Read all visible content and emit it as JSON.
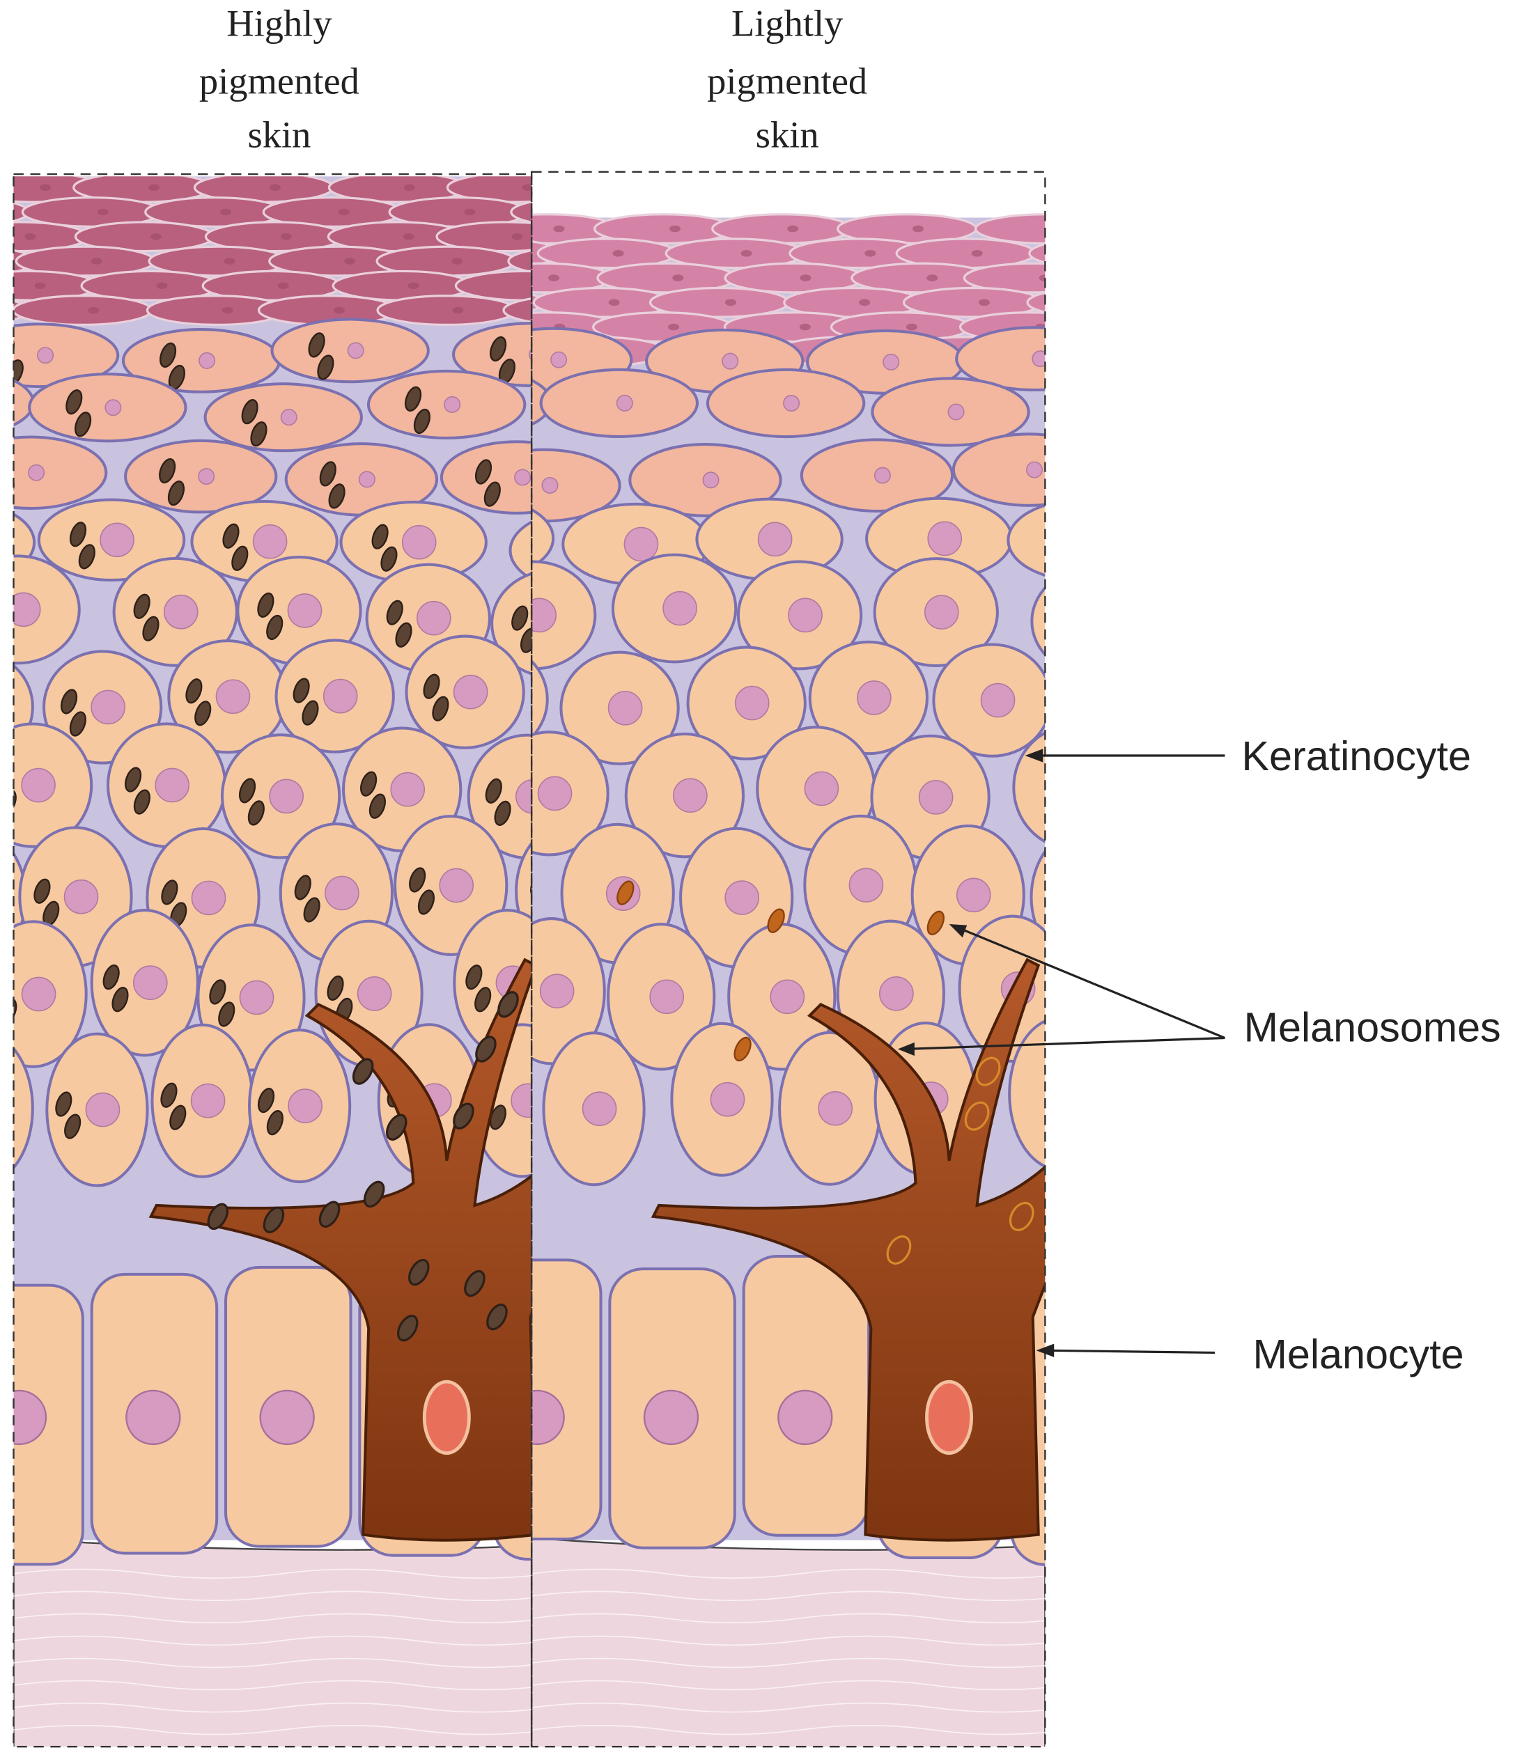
{
  "headers": {
    "left": [
      "Highly",
      "pigmented",
      "skin"
    ],
    "right": [
      "Lightly",
      "pigmented",
      "skin"
    ]
  },
  "labels": {
    "keratinocyte": "Keratinocyte",
    "melanosomes": "Melanosomes",
    "melanocyte": "Melanocyte"
  },
  "colors": {
    "stratum_corneum_dark": "#b9607e",
    "stratum_corneum_light": "#d483a6",
    "keratinocyte_fill": "#f7c9a0",
    "interstitial": "#c9c3e0",
    "melanocyte": "#9a4a22",
    "melanosome_dark": "#5b4334",
    "melanosome_light": "#c0661c",
    "dermis": "#eed6de"
  }
}
